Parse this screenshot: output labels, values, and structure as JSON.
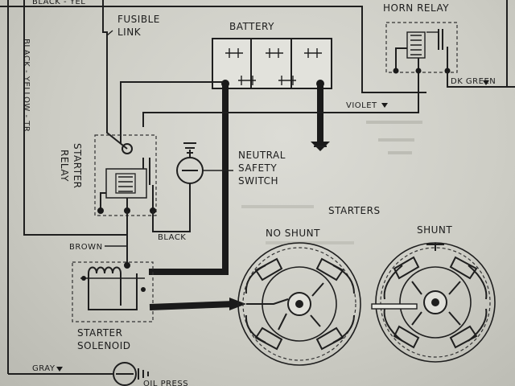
{
  "labels": {
    "top_cut": "BLACK - YEL",
    "fusible_link_1": "FUSIBLE",
    "fusible_link_2": "LINK",
    "battery": "BATTERY",
    "horn_relay": "HORN RELAY",
    "black_yellow_tr": "BLACK - YELLOW - TR",
    "violet": "VIOLET",
    "dk_green": "DK GREEN",
    "starter_relay_1": "STARTER",
    "starter_relay_2": "RELAY",
    "neutral_1": "NEUTRAL",
    "neutral_2": "SAFETY",
    "neutral_3": "SWITCH",
    "starters": "STARTERS",
    "no_shunt": "NO SHUNT",
    "shunt": "SHUNT",
    "brown": "BROWN",
    "black": "BLACK",
    "starter_solenoid_1": "STARTER",
    "starter_solenoid_2": "SOLENOID",
    "gray": "GRAY",
    "oil_press": "OIL PRESS"
  }
}
